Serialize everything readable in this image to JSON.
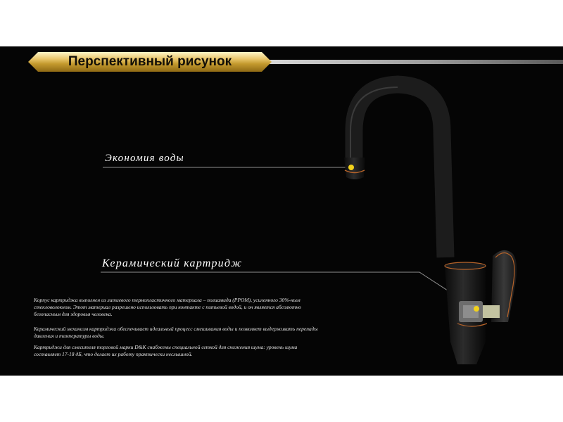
{
  "title": "Перспективный рисунок",
  "callouts": {
    "water_saving": "Экономия воды",
    "ceramic_cartridge": "Керамический картридж"
  },
  "paragraphs": [
    "Корпус картриджа выполнен из литиевого термопластичного материала – полиамида (PPOM), усиленного 30%-ным стекловолокном. Этот материал разрешено использовать при контакте с питьевой водой, и он является абсолютно безопасным для здоровья человека.",
    "Керамический механизм картриджа обеспечивает идеальный процесс смешивания воды и позволяет выдерживать перепады давления и температуры воды.",
    "Картриджи для смесителя торговой марки D&K снабжены специальной сеткой для снижения шума: уровень шума составляет 17-18 дБ, что делает их работу практически неслышной."
  ],
  "colors": {
    "background": "#050505",
    "gold": "#c49a2e",
    "copper_trim": "#b8642a",
    "marker": "#f2d21c"
  }
}
